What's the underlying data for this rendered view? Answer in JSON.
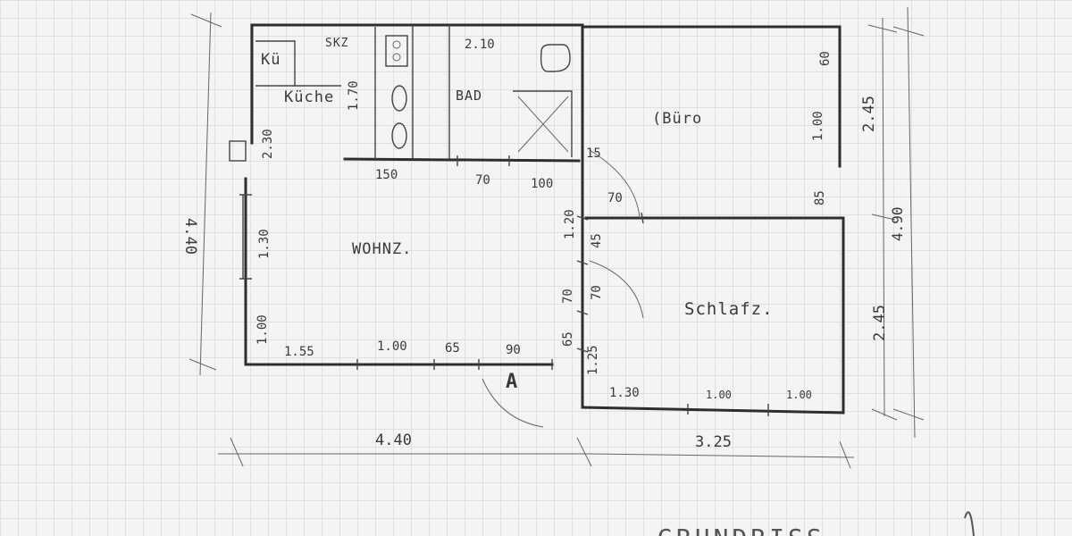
{
  "colors": {
    "paper": "#f4f4f2",
    "grid": "#c9ccd3",
    "pencil": "#2e2e2e"
  },
  "rooms": {
    "kitchen": "Küche",
    "kitchen_mark": "Kü",
    "closet": "SKZ",
    "bath": "BAD",
    "office": "(Büro",
    "living": "WOHNZ.",
    "bedroom": "Schlafz."
  },
  "dimensions": {
    "overall_width_left": "4.40",
    "overall_width_right": "3.25",
    "overall_height_left": "4.40",
    "right_height_top": "2.45",
    "right_height_bottom": "2.45",
    "right_height_total": "4.90",
    "top_210": "2.10",
    "kitchen_170": "1.70",
    "kitchen_230": "2.30",
    "inner_150": "150",
    "inner_70a": "70",
    "inner_100a": "100",
    "window_left_130": "1.30",
    "left_100": "1.00",
    "bottom_155": "1.55",
    "bottom_100": "1.00",
    "bottom_65a": "65",
    "bottom_90": "90",
    "bottom_65b": "65",
    "door_15": "15",
    "door_70a": "70",
    "office_85": "85",
    "office_100": "1.00",
    "office_60": "60",
    "mid_120": "1.20",
    "mid_45": "45",
    "mid_70b": "70",
    "mid_70c": "70",
    "mid_125": "1.25",
    "bed_130": "1.30",
    "bed_100a": "1.00",
    "bed_100b": "1.00"
  },
  "entrance_mark": "A",
  "caption": "GRUNDRISS"
}
